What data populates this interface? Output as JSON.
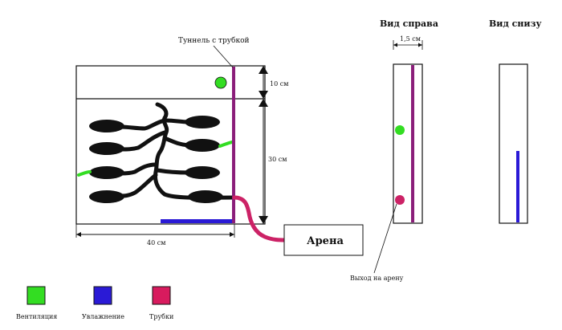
{
  "labels": {
    "tunnel": "Туннель с трубкой",
    "dim_top": "10 см",
    "dim_main": "30 см",
    "dim_width": "40 см",
    "arena": "Арена",
    "view_right": "Вид справа",
    "view_bottom": "Вид снизу",
    "dim_side": "1,5 см",
    "exit_arena": "Выход на арену"
  },
  "legend": [
    {
      "label": "Вентиляция",
      "color": "#33dd22"
    },
    {
      "label": "Увлажнение",
      "color": "#2a1ad6"
    },
    {
      "label": "Трубки",
      "color": "#d81b5e"
    }
  ],
  "colors": {
    "tube": "#8b1e7a",
    "ventilation": "#33dd22",
    "humidifier": "#2a1ad6",
    "exit_tube": "#cc2266",
    "chamber": "#111111"
  }
}
